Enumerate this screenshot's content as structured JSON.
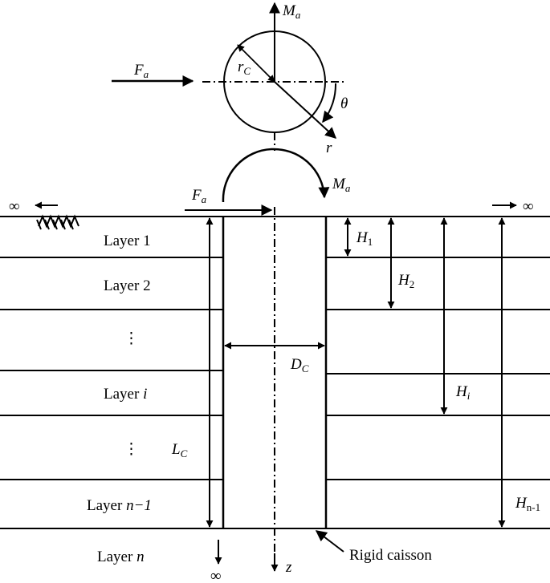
{
  "top_view": {
    "force": "F",
    "force_sub": "a",
    "moment": "M",
    "moment_sub": "a",
    "radius": "r",
    "radius_sub": "C",
    "polar_r": "r",
    "polar_theta": "θ"
  },
  "side_view": {
    "force": "F",
    "force_sub": "a",
    "moment": "M",
    "moment_sub": "a",
    "diameter": "D",
    "diameter_sub": "C",
    "length": "L",
    "length_sub": "C",
    "depth_axis": "z",
    "infinity": "∞",
    "caisson_label": "Rigid caisson"
  },
  "layers": [
    {
      "prefix": "Layer ",
      "suffix": "1"
    },
    {
      "prefix": "Layer ",
      "suffix": "2"
    },
    {
      "prefix": "Layer ",
      "suffix": "i"
    },
    {
      "prefix": "Layer ",
      "suffix": "n−1"
    },
    {
      "prefix": "Layer ",
      "suffix": "n"
    }
  ],
  "ellipsis": "⋮",
  "depths": [
    {
      "main": "H",
      "sub": "1"
    },
    {
      "main": "H",
      "sub": "2"
    },
    {
      "main": "H",
      "sub": "i"
    },
    {
      "main": "H",
      "sub": "n-1"
    }
  ]
}
